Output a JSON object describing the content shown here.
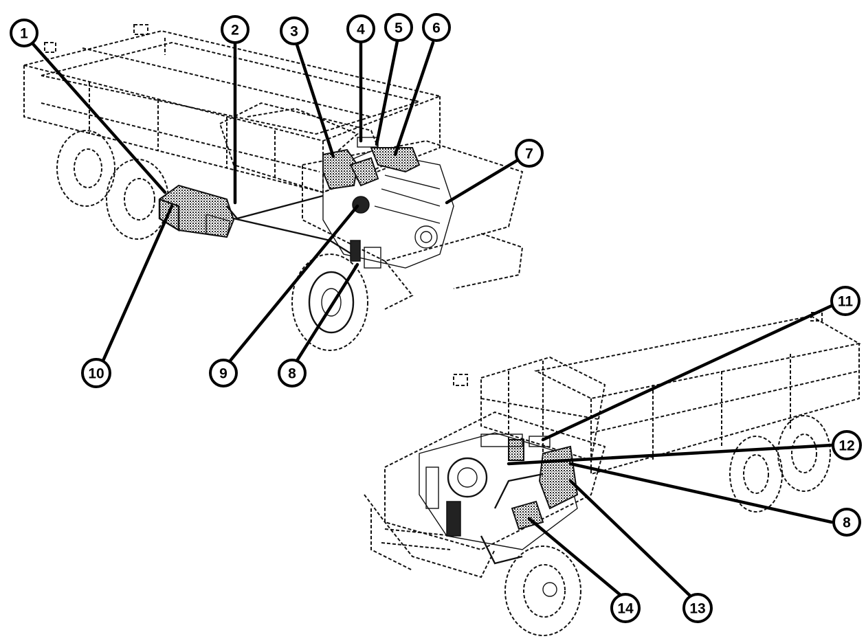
{
  "callouts": [
    {
      "id": "1",
      "label": "1"
    },
    {
      "id": "2",
      "label": "2"
    },
    {
      "id": "3",
      "label": "3"
    },
    {
      "id": "4",
      "label": "4"
    },
    {
      "id": "5",
      "label": "5"
    },
    {
      "id": "6",
      "label": "6"
    },
    {
      "id": "7",
      "label": "7"
    },
    {
      "id": "8a",
      "label": "8"
    },
    {
      "id": "9",
      "label": "9"
    },
    {
      "id": "10",
      "label": "10"
    },
    {
      "id": "11",
      "label": "11"
    },
    {
      "id": "12",
      "label": "12"
    },
    {
      "id": "8b",
      "label": "8"
    },
    {
      "id": "13",
      "label": "13"
    },
    {
      "id": "14",
      "label": "14"
    }
  ]
}
